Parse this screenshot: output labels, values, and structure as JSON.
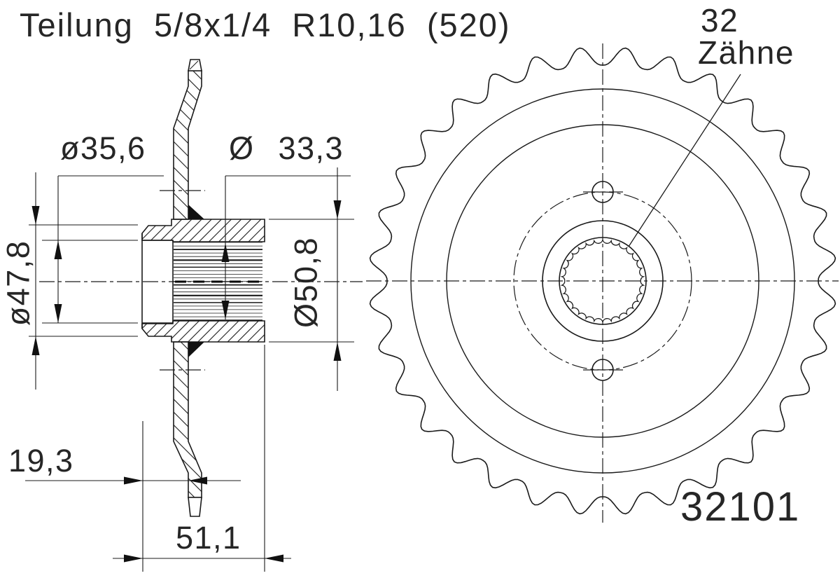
{
  "title": "Teilung 5/8x1/4 R10,16 (520)",
  "teeth_annotation": {
    "line1": "32",
    "line2": "Zähne"
  },
  "part_number": "32101",
  "dimensions": {
    "counterbore_diameter": "ø35,6",
    "spline_bore_diameter": "Ø 33,3",
    "hub_face_diameter": "ø47,8",
    "hub_outer_diameter": "Ø50,8",
    "hub_offset_width": "19,3",
    "hub_total_width": "51,1"
  },
  "front_view": {
    "teeth_count": 32
  },
  "colors": {
    "line": "#1a1a1a",
    "text": "#262626",
    "background": "#ffffff"
  }
}
